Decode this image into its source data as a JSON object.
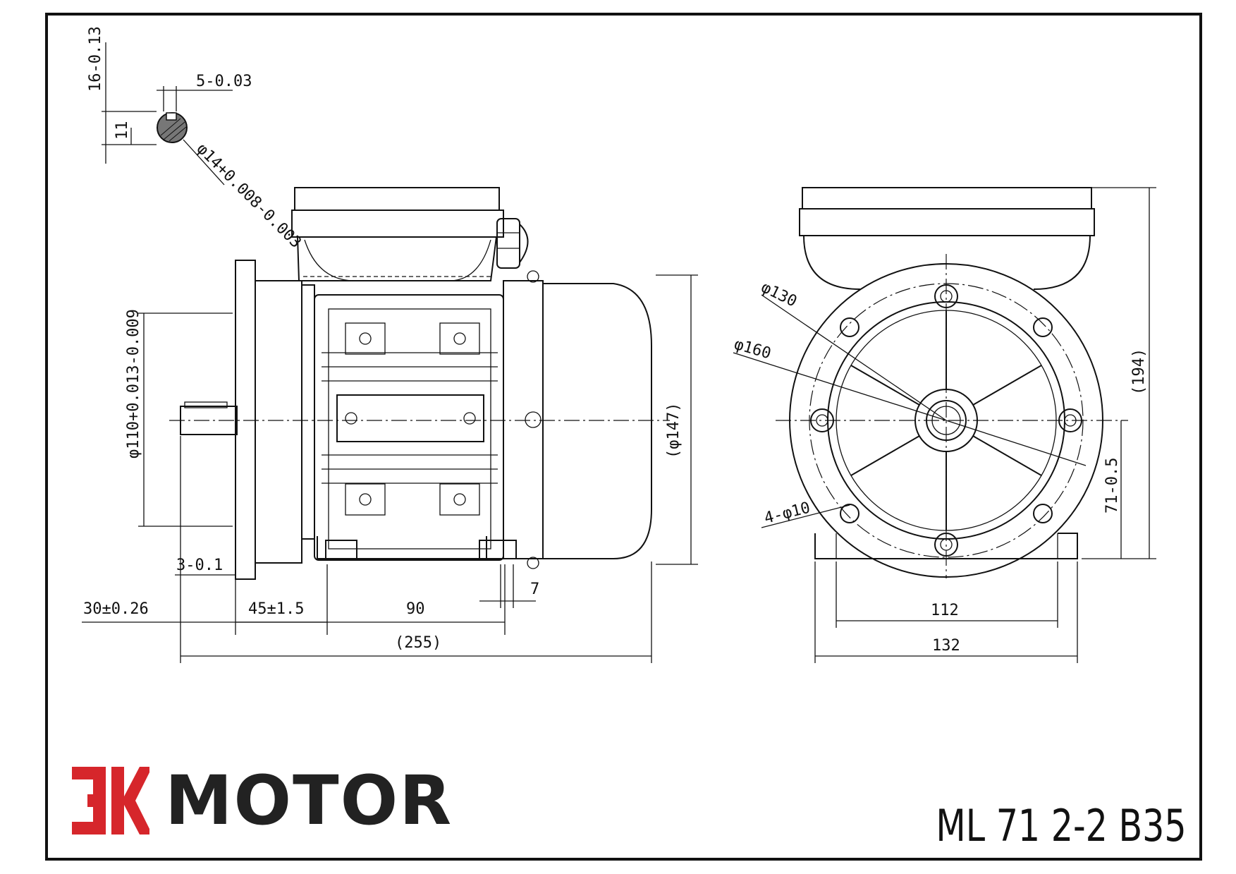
{
  "brand": {
    "mark": "EK",
    "word": "MOTOR",
    "mark_color": "#d6262b",
    "word_color": "#222222"
  },
  "model": "ML 71 2-2 B35",
  "key_detail": {
    "keyway_depth": "16-0.13",
    "key_width": "5-0.03",
    "shaft_height": "11",
    "shaft_dia": "φ14+0.008-0.003"
  },
  "side_view": {
    "spigot_dia": "φ110+0.013-0.009",
    "motor_dia": "(φ147)",
    "spigot_depth": "3-0.1",
    "shaft_length": "30±0.26",
    "flange_to_foot": "45±1.5",
    "foot_spacing": "90",
    "foot_thickness": "7",
    "total_length": "(255)"
  },
  "front_view": {
    "pcd": "φ130",
    "flange_dia": "φ160",
    "holes": "4-φ10",
    "height_total": "(194)",
    "shaft_height": "71-0.5",
    "foot_holes": "112",
    "foot_width": "132"
  }
}
